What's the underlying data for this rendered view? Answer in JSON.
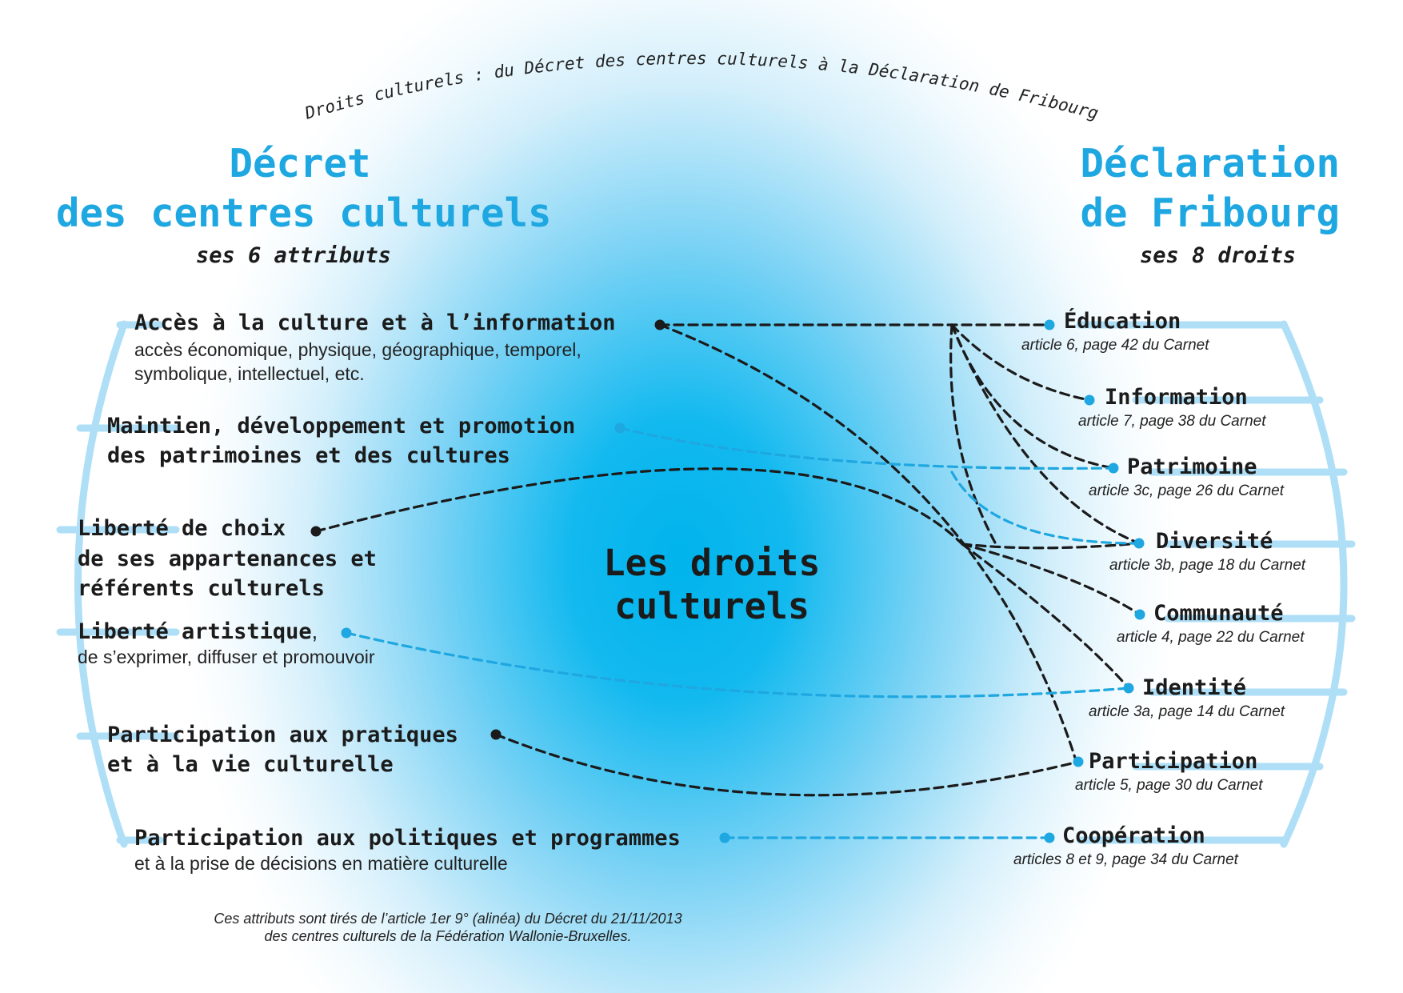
{
  "arc_title": "Droits culturels : du Décret des centres culturels à la Déclaration de Fribourg",
  "left": {
    "title_line1": "Décret",
    "title_line2": "des centres culturels",
    "subtitle": "ses 6 attributs",
    "attributes": [
      {
        "title": "Accès à la culture et à l’information",
        "desc": [
          "accès économique, physique, géographique, temporel,",
          "symbolique, intellectuel, etc."
        ]
      },
      {
        "title": [
          "Maintien, développement et promotion",
          "des patrimoines et des cultures"
        ]
      },
      {
        "title": [
          "Liberté de choix",
          "de ses appartenances et",
          "référents culturels"
        ]
      },
      {
        "title": "Liberté artistique",
        "title_suffix": ",",
        "desc": [
          "de s’exprimer, diffuser et promouvoir"
        ]
      },
      {
        "title": [
          "Participation aux pratiques",
          "et à la vie culturelle"
        ]
      },
      {
        "title": "Participation aux politiques et programmes",
        "desc": [
          "et à la prise de décisions en matière culturelle"
        ]
      }
    ]
  },
  "right": {
    "title_line1": "Déclaration",
    "title_line2": "de Fribourg",
    "subtitle": "ses 8 droits",
    "rights": [
      {
        "title": "Éducation",
        "ref": "article 6, page 42 du Carnet"
      },
      {
        "title": "Information",
        "ref": "article 7, page 38 du Carnet"
      },
      {
        "title": "Patrimoine",
        "ref": "article 3c, page 26 du Carnet"
      },
      {
        "title": "Diversité",
        "ref": "article 3b, page 18 du Carnet"
      },
      {
        "title": "Communauté",
        "ref": "article 4, page 22 du Carnet"
      },
      {
        "title": "Identité",
        "ref": "article 3a, page 14 du Carnet"
      },
      {
        "title": "Participation",
        "ref": "article 5, page 30 du Carnet"
      },
      {
        "title": "Coopération",
        "ref": "articles 8 et 9, page 34 du Carnet"
      }
    ]
  },
  "center": {
    "line1": "Les droits",
    "line2": "culturels"
  },
  "footnote": {
    "line1": "Ces attributs sont tirés de l’article 1er 9° (alinéa) du Décret du 21/11/2013",
    "line2": "des centres culturels de la Fédération Wallonie-Bruxelles."
  },
  "colors": {
    "accent": "#1ea7e0",
    "ink": "#1b1b1b",
    "glow": "#00b4ec",
    "bar": "#aedff7",
    "link_dark": "#1b1b1b",
    "link_blue": "#1ea7e0"
  }
}
